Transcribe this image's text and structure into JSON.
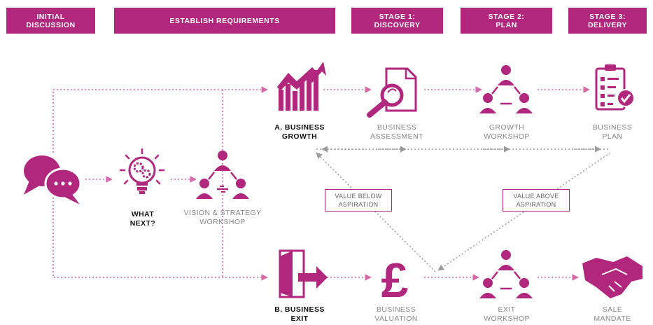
{
  "headers": [
    {
      "line1": "INITIAL",
      "line2": "DISCUSSION"
    },
    {
      "line1": "ESTABLISH REQUIREMENTS",
      "line2": ""
    },
    {
      "line1": "STAGE 1:",
      "line2": "DISCOVERY"
    },
    {
      "line1": "STAGE 2:",
      "line2": "PLAN"
    },
    {
      "line1": "STAGE 3:",
      "line2": "DELIVERY"
    }
  ],
  "nodes": {
    "what_next": {
      "line1": "WHAT",
      "line2": "NEXT?"
    },
    "vision": {
      "line1": "VISION & STRATEGY",
      "line2": "WORKSHOP"
    },
    "business_growth": {
      "line1": "A. BUSINESS",
      "line2": "GROWTH"
    },
    "business_assessment": {
      "line1": "BUSINESS",
      "line2": "ASSESSMENT"
    },
    "growth_workshop": {
      "line1": "GROWTH",
      "line2": "WORKSHOP"
    },
    "business_plan": {
      "line1": "BUSINESS",
      "line2": "PLAN"
    },
    "business_exit": {
      "line1": "B. BUSINESS",
      "line2": "EXIT"
    },
    "business_valuation": {
      "line1": "BUSINESS",
      "line2": "VALUATION"
    },
    "exit_workshop": {
      "line1": "EXIT",
      "line2": "WORKSHOP"
    },
    "sale_mandate": {
      "line1": "SALE",
      "line2": "MANDATE"
    }
  },
  "notes": {
    "value_below": {
      "line1": "VALUE BELOW",
      "line2": "ASPIRATION"
    },
    "value_above": {
      "line1": "VALUE ABOVE",
      "line2": "ASPIRATION"
    }
  },
  "colors": {
    "accent": "#b0277d",
    "connector": "#d46aa6",
    "grey_connector": "#9a9a9a"
  },
  "icons": [
    "speech-bubbles-icon",
    "lightbulb-gears-icon",
    "team-triangle-icon",
    "growth-chart-icon",
    "magnifier-document-icon",
    "checklist-clipboard-icon",
    "exit-door-icon",
    "pound-sign-icon",
    "handshake-icon"
  ]
}
